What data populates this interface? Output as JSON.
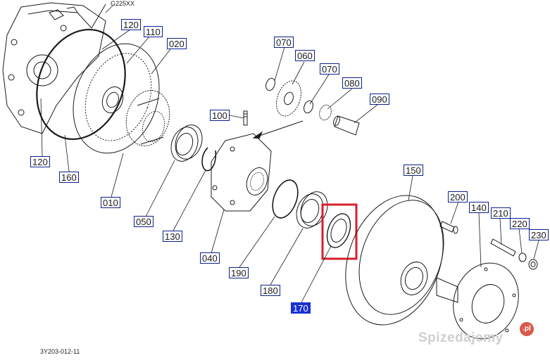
{
  "drawing": {
    "header_code": "G225XX",
    "footer_code": "3Y203-012-11",
    "highlight_color": "#d81f2a",
    "callout_border_color": "#0b1f8f",
    "selected_callout_color": "#1a2fd6"
  },
  "callouts": {
    "c120_top": "120",
    "c110": "110",
    "c020": "020",
    "c070_top": "070",
    "c060": "060",
    "c070_right": "070",
    "c080": "080",
    "c090": "090",
    "c100": "100",
    "c120_bottom": "120",
    "c160": "160",
    "c010": "010",
    "c050": "050",
    "c130": "130",
    "c040": "040",
    "c190": "190",
    "c180": "180",
    "c170": "170",
    "c150": "150",
    "c200": "200",
    "c140": "140",
    "c210": "210",
    "c220": "220",
    "c230": "230"
  },
  "watermark": {
    "text": "Spizedajemy",
    "badge": ".pl"
  }
}
